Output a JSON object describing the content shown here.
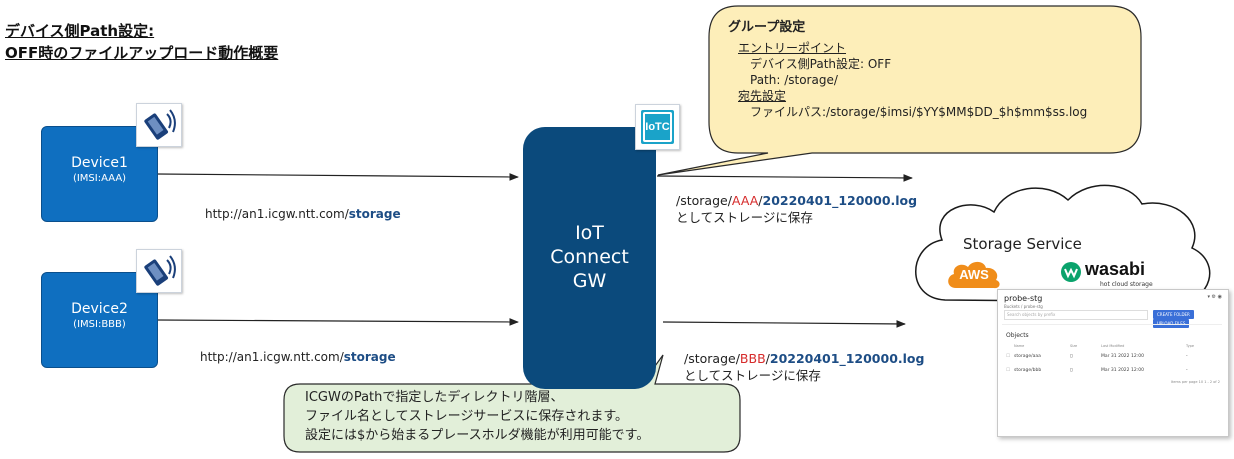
{
  "title": {
    "line1": "デバイス側Path設定:",
    "line2": "OFF時のファイルアップロード動作概要"
  },
  "devices": [
    {
      "name": "Device1",
      "imsi": "(IMSI:AAA)",
      "url_prefix": "http://an1.icgw.ntt.com/",
      "url_bold": "storage"
    },
    {
      "name": "Device2",
      "imsi": "(IMSI:BBB)",
      "url_prefix": "http://an1.icgw.ntt.com/",
      "url_bold": "storage"
    }
  ],
  "gateway": {
    "line1": "IoT",
    "line2": "Connect",
    "line3": "GW",
    "badge": "IoTC"
  },
  "group_callout": {
    "heading": "グループ設定",
    "entry_label": "エントリーポイント",
    "entry_line1": "デバイス側Path設定: OFF",
    "entry_line2": "Path:  /storage/",
    "dest_label": "宛先設定",
    "dest_line": "ファイルパス:/storage/$imsi/$YY$MM$DD_$h$mm$ss.log"
  },
  "destinations": [
    {
      "prefix": "/storage/",
      "imsi": "AAA",
      "sep": "/",
      "file": "20220401_120000.log",
      "suffix": "としてストレージに保存"
    },
    {
      "prefix": "/storage/",
      "imsi": "BBB",
      "sep": "/",
      "file": "20220401_120000.log",
      "suffix": "としてストレージに保存"
    }
  ],
  "storage": {
    "label": "Storage Service",
    "aws": "AWS",
    "wasabi": "wasabi",
    "wasabi_sub": "hot cloud storage"
  },
  "browser": {
    "bucket": "probe-stg",
    "crumb": "Buckets / probe-stg",
    "search_placeholder": "Search objects by prefix",
    "btn_create": "CREATE FOLDER",
    "btn_upload": "UPLOAD FILES",
    "objects_heading": "Objects",
    "columns": [
      "Name",
      "Size",
      "Last Modified",
      "Type"
    ],
    "rows": [
      {
        "name": "storage/aaa",
        "modified": "Mar 31 2022 12:00",
        "type": "-"
      },
      {
        "name": "storage/bbb",
        "modified": "Mar 31 2022 12:00",
        "type": "-"
      }
    ],
    "footer": "Items per page   10   1 - 2 of 2"
  },
  "bottom_note": {
    "line1": "ICGWのPathで指定したディレクトリ階層、",
    "line2": "ファイル名としてストレージサービスに保存されます。",
    "line3": "設定には$から始まるプレースホルダ機能が利用可能です。"
  },
  "colors": {
    "device_blue": "#0f6fc0",
    "gateway_navy": "#0b4a7c",
    "group_callout_fill": "#fdeeb9",
    "note_fill": "#e2efd9",
    "aws_orange": "#f08d1a",
    "wasabi_green": "#0aa36c",
    "imsi_red": "#d62b2b",
    "file_blue": "#1d4d85"
  }
}
